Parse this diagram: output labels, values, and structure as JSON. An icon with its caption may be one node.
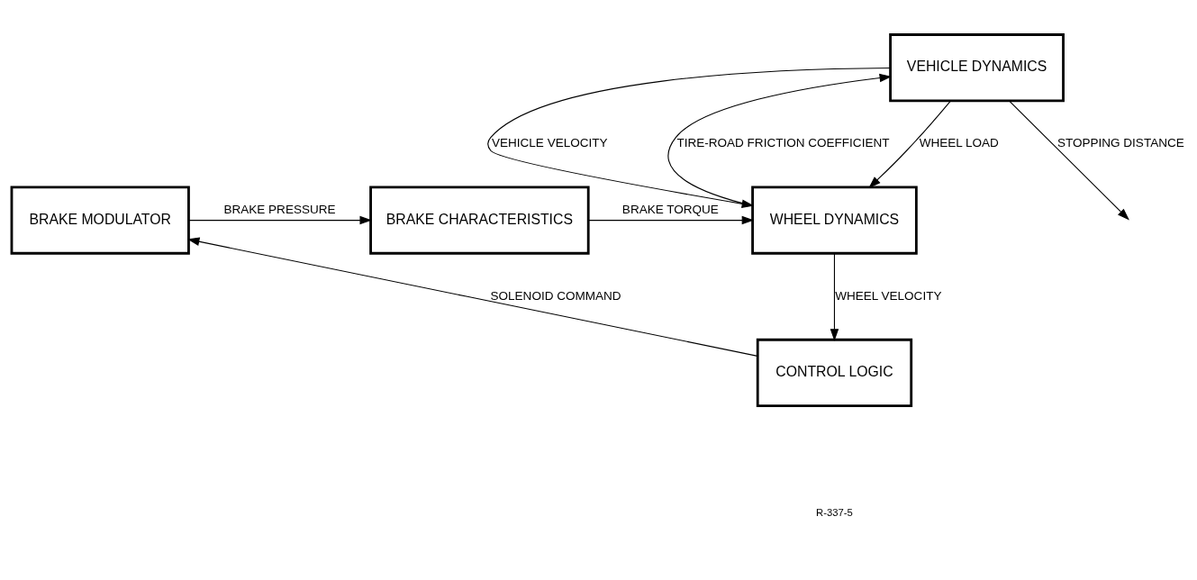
{
  "diagram": {
    "nodes": [
      {
        "text": [
          "BRAKE MODULATOR"
        ]
      },
      {
        "text": [
          "BRAKE CHARACTERISTICS"
        ]
      },
      {
        "text": [
          "WHEEL DYNAMICS"
        ]
      },
      {
        "text": [
          "VEHICLE DYNAMICS"
        ]
      },
      {
        "text": [
          "CONTROL LOGIC"
        ]
      }
    ],
    "edges": [
      {
        "from": 0,
        "to": 1,
        "arrow": "to",
        "label": "BRAKE PRESSURE"
      },
      {
        "from": 1,
        "to": 2,
        "arrow": "to",
        "label": "BRAKE TORQUE"
      },
      {
        "from": 3,
        "to": 2,
        "arrow": "to",
        "label": "WHEEL LOAD"
      },
      {
        "from": 3,
        "to": 2,
        "arrow": "to",
        "label": "VEHICLE VELOCITY"
      },
      {
        "from": 2,
        "to": 3,
        "arrow": "to",
        "label": "TIRE-ROAD FRICTION COEFFICIENT"
      },
      {
        "from": 3,
        "to": null,
        "arrow": "to",
        "label": "STOPPING DISTANCE"
      },
      {
        "from": 2,
        "to": 4,
        "arrow": "to",
        "label": "WHEEL VELOCITY"
      },
      {
        "from": 4,
        "to": 0,
        "arrow": "to",
        "label": "SOLENOID COMMAND"
      }
    ],
    "labels": [
      "R-337-5"
    ]
  }
}
